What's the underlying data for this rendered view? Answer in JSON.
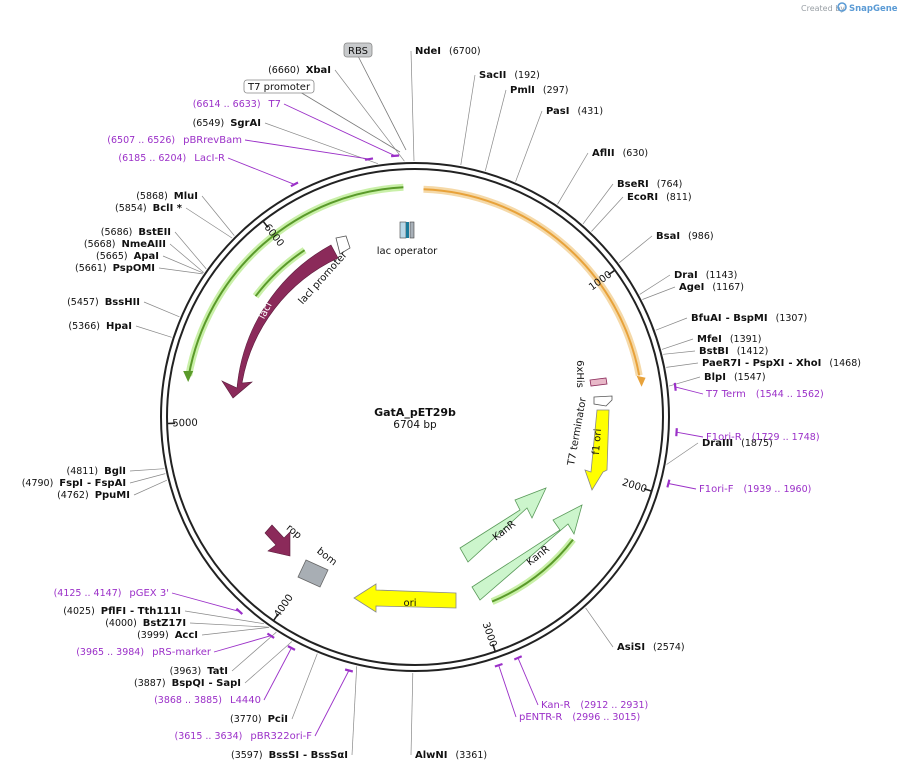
{
  "credit": {
    "prefix": "Created by",
    "brand": "SnapGene"
  },
  "plasmid": {
    "name": "GatA_pET29b",
    "size": "6704 bp"
  },
  "ticks": [
    "1000",
    "2000",
    "3000",
    "4000",
    "5000",
    "6000"
  ],
  "sites": [
    {
      "name": "NdeI",
      "pos": "(6700)",
      "bp": 6700
    },
    {
      "name": "SacII",
      "pos": "(192)",
      "bp": 192
    },
    {
      "name": "PmlI",
      "pos": "(297)",
      "bp": 297
    },
    {
      "name": "PasI",
      "pos": "(431)",
      "bp": 431
    },
    {
      "name": "AflII",
      "pos": "(630)",
      "bp": 630
    },
    {
      "name": "BseRI",
      "pos": "(764)",
      "bp": 764
    },
    {
      "name": "EcoRI",
      "pos": "(811)",
      "bp": 811
    },
    {
      "name": "BsaI",
      "pos": "(986)",
      "bp": 986
    },
    {
      "name": "DraI",
      "pos": "(1143)",
      "bp": 1143
    },
    {
      "name": "AgeI",
      "pos": "(1167)",
      "bp": 1167
    },
    {
      "name": "BfuAI",
      "name2": "- BspMI",
      "pos": "(1307)",
      "bp": 1307
    },
    {
      "name": "MfeI",
      "pos": "(1391)",
      "bp": 1391
    },
    {
      "name": "BstBI",
      "pos": "(1412)",
      "bp": 1412
    },
    {
      "name": "PaeR7I",
      "name2": "- PspXI",
      "name3": "- XhoI",
      "pos": "(1468)",
      "bp": 1468
    },
    {
      "name": "BlpI",
      "pos": "(1547)",
      "bp": 1547
    },
    {
      "name": "DraIII",
      "pos": "(1875)",
      "bp": 1875
    },
    {
      "name": "AsiSI",
      "pos": "(2574)",
      "bp": 2574
    },
    {
      "name": "AlwNI",
      "pos": "(3361)",
      "bp": 3361
    },
    {
      "name": "BssSI",
      "name2": "- BssSαI",
      "pos": "(3597)",
      "bp": 3597
    },
    {
      "name": "PciI",
      "pos": "(3770)",
      "bp": 3770
    },
    {
      "name": "BspQI",
      "name2": "- SapI",
      "pos": "(3887)",
      "bp": 3887
    },
    {
      "name": "TatI",
      "pos": "(3963)",
      "bp": 3963
    },
    {
      "name": "AccI",
      "pos": "(3999)",
      "bp": 3999
    },
    {
      "name": "BstZ17I",
      "pos": "(4000)",
      "bp": 4000
    },
    {
      "name": "PflFI",
      "name2": "- Tth111I",
      "pos": "(4025)",
      "bp": 4025
    },
    {
      "name": "PpuMI",
      "pos": "(4762)",
      "bp": 4762
    },
    {
      "name": "FspI",
      "name2": "- FspAI",
      "pos": "(4790)",
      "bp": 4790
    },
    {
      "name": "BglI",
      "pos": "(4811)",
      "bp": 4811
    },
    {
      "name": "HpaI",
      "pos": "(5366)",
      "bp": 5366
    },
    {
      "name": "BssHII",
      "pos": "(5457)",
      "bp": 5457
    },
    {
      "name": "PspOMI",
      "pos": "(5661)",
      "bp": 5661
    },
    {
      "name": "ApaI",
      "pos": "(5665)",
      "bp": 5665
    },
    {
      "name": "NmeAIII",
      "pos": "(5668)",
      "bp": 5668
    },
    {
      "name": "BstEII",
      "pos": "(5686)",
      "bp": 5686
    },
    {
      "name": "BclI *",
      "pos": "(5854)",
      "bp": 5854
    },
    {
      "name": "MluI",
      "pos": "(5868)",
      "bp": 5868
    },
    {
      "name": "SgrAI",
      "pos": "(6549)",
      "bp": 6549
    },
    {
      "name": "XbaI",
      "pos": "(6660)",
      "bp": 6660
    }
  ],
  "primers": [
    {
      "name": "T7 Term",
      "range": "(1544 .. 1562)",
      "bp": 1553
    },
    {
      "name": "F1ori-R",
      "range": "(1729 .. 1748)",
      "bp": 1738
    },
    {
      "name": "F1ori-F",
      "range": "(1939 .. 1960)",
      "bp": 1950
    },
    {
      "name": "Kan-R",
      "range": "(2912 .. 2931)",
      "bp": 2921
    },
    {
      "name": "pENTR-R",
      "range": "(2996 .. 3015)",
      "bp": 3005
    },
    {
      "name": "pBR322ori-F",
      "range": "(3615 .. 3634)",
      "bp": 3624
    },
    {
      "name": "L4440",
      "range": "(3868 .. 3885)",
      "bp": 3876
    },
    {
      "name": "pRS-marker",
      "range": "(3965 .. 3984)",
      "bp": 3974
    },
    {
      "name": "pGEX 3'",
      "range": "(4125 .. 4147)",
      "bp": 4136
    },
    {
      "name": "LacI-R",
      "range": "(6185 .. 6204)",
      "bp": 6194
    },
    {
      "name": "pBRrevBam",
      "range": "(6507 .. 6526)",
      "bp": 6516
    },
    {
      "name": "T7",
      "range": "(6614 .. 6633)",
      "bp": 6623
    }
  ],
  "boxed_features": [
    {
      "name": "RBS"
    },
    {
      "name": "T7 promoter"
    }
  ],
  "features": {
    "lac_operator": "lac operator",
    "laci_promoter": "lacI promoter",
    "laci": "lacI",
    "sixhis": "6xHis",
    "t7_terminator": "T7 terminator",
    "f1_ori": "f1 ori",
    "kanr_1": "KanR",
    "kanr_2": "KanR",
    "ori": "ori",
    "rop": "rop",
    "bom": "bom"
  },
  "colors": {
    "insert": "#e8a23a",
    "insert_glow": "#f5d9a8",
    "green_arc": "#5a9a2a",
    "green_glow": "#c9f0a8",
    "laci": "#8b2a5a",
    "f1_ori": "#ffff00",
    "kanr": "#ccf5cc",
    "ori": "#ffff00",
    "bom": "#a8aeb4",
    "primer": "#9b30c8",
    "backbone": "#222222"
  }
}
